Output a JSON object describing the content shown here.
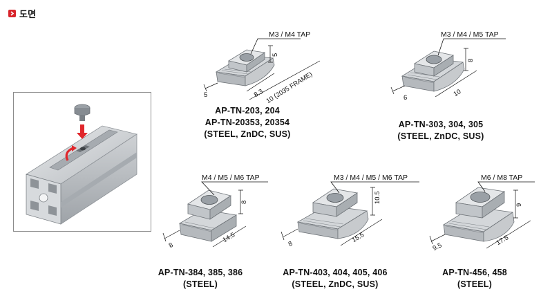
{
  "header": {
    "title": "도면"
  },
  "nuts": [
    {
      "tap": "M3 / M4 TAP",
      "dims": [
        "5",
        "5",
        "8.3",
        "10 (2035 FRAME)"
      ],
      "model_lines": [
        "AP-TN-203, 204",
        "AP-TN-20353, 20354"
      ],
      "material": "(STEEL, ZnDC, SUS)"
    },
    {
      "tap": "M3 / M4 / M5 TAP",
      "dims": [
        "8",
        "6",
        "10"
      ],
      "model_lines": [
        "AP-TN-303, 304, 305"
      ],
      "material": "(STEEL, ZnDC, SUS)"
    },
    {
      "tap": "M4 / M5 / M6 TAP",
      "dims": [
        "8",
        "8",
        "14.5"
      ],
      "model_lines": [
        "AP-TN-384, 385, 386"
      ],
      "material": "(STEEL)"
    },
    {
      "tap": "M3 / M4 / M5 / M6 TAP",
      "dims": [
        "10.5",
        "8",
        "15.5"
      ],
      "model_lines": [
        "AP-TN-403, 404, 405, 406"
      ],
      "material": "(STEEL, ZnDC, SUS)"
    },
    {
      "tap": "M6 / M8 TAP",
      "dims": [
        "9",
        "9.5",
        "17.5"
      ],
      "model_lines": [
        "AP-TN-456, 458"
      ],
      "material": "(STEEL)"
    }
  ]
}
